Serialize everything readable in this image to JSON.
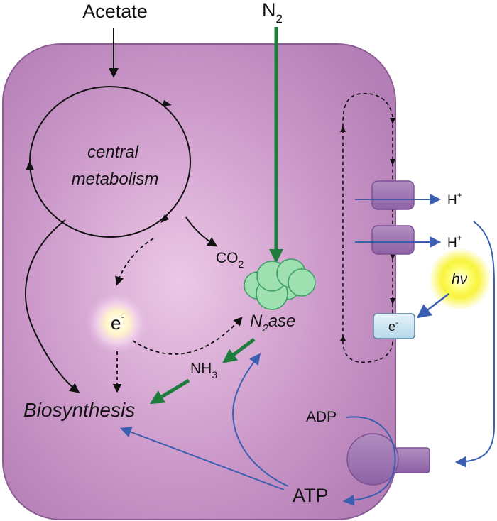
{
  "colors": {
    "cell_fill_center": "#ecc8e6",
    "cell_fill_edge": "#b47fb6",
    "cell_stroke": "#8c5b95",
    "green_arrow": "#1e7d3c",
    "blue_arrow": "#3a5fb0",
    "protein_fill": "#a784b9",
    "nase_fill": "#9fe0b0",
    "electron_carrier_fill": "#cfe7f4",
    "light_glow": "#f6f000"
  },
  "labels": {
    "acetate": "Acetate",
    "n2_main": "N",
    "n2_sub": "2",
    "central_metabolism_line1": "central",
    "central_metabolism_line2": "metabolism",
    "co2_main": "CO",
    "co2_sub": "2",
    "electron_main": "e",
    "electron_sup": "-",
    "nase_main": "N",
    "nase_sub": "2",
    "nase_suffix": "ase",
    "nh3_main": "NH",
    "nh3_sub": "3",
    "biosynthesis": "Biosynthesis",
    "proton_1_main": "H",
    "proton_1_sup": "+",
    "proton_2_main": "H",
    "proton_2_sup": "+",
    "light": "hν",
    "carrier_main": "e",
    "carrier_sup": "-",
    "adp": "ADP",
    "atp": "ATP"
  }
}
